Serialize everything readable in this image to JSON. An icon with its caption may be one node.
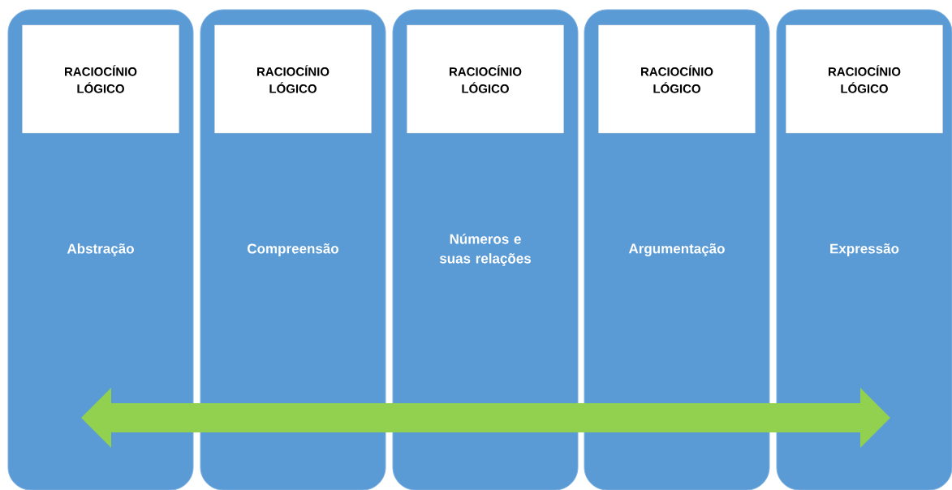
{
  "diagram": {
    "nodes": [
      {
        "text": [
          "Abstração"
        ]
      },
      {
        "text": [
          "RACIOCÍNIO LÓGICO"
        ],
        "in": 0
      },
      {
        "text": [
          "Compreensão"
        ]
      },
      {
        "text": [
          "RACIOCÍNIO LÓGICO"
        ],
        "in": 2
      },
      {
        "text": [
          "Números e suas relações"
        ]
      },
      {
        "text": [
          "RACIOCÍNIO LÓGICO"
        ],
        "in": 4
      },
      {
        "text": [
          "Argumentação"
        ]
      },
      {
        "text": [
          "RACIOCÍNIO LÓGICO"
        ],
        "in": 6
      },
      {
        "text": [
          "Expressão"
        ]
      },
      {
        "text": [
          "RACIOCÍNIO LÓGICO"
        ],
        "in": 8
      }
    ]
  }
}
